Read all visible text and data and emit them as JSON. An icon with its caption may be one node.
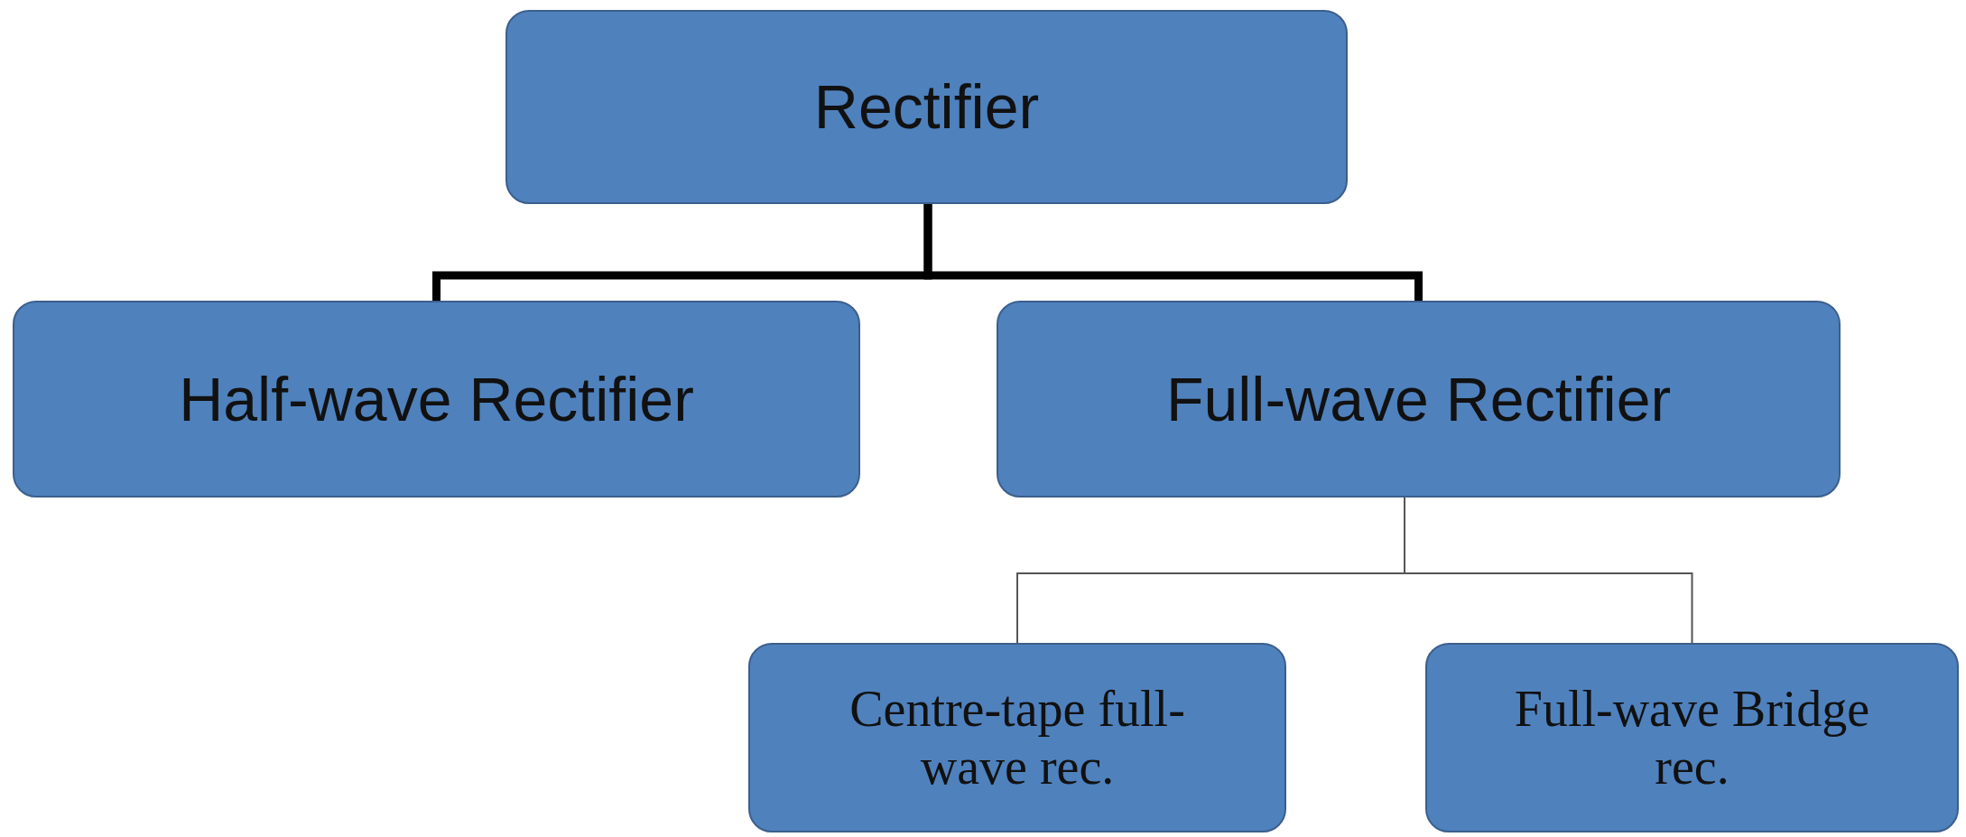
{
  "diagram": {
    "nodes": [
      {
        "text": [
          "Rectifier"
        ]
      },
      {
        "text": [
          "Half-wave Rectifier"
        ]
      },
      {
        "text": [
          "Full-wave Rectifier"
        ]
      },
      {
        "text": [
          "Centre-tape full-wave rec."
        ]
      },
      {
        "text": [
          "Full-wave Bridge rec."
        ]
      }
    ],
    "edges": [
      {
        "from": 0,
        "to": 1,
        "arrow": "none",
        "style": "thick"
      },
      {
        "from": 0,
        "to": 2,
        "arrow": "none",
        "style": "thick"
      },
      {
        "from": 2,
        "to": 3,
        "arrow": "none"
      },
      {
        "from": 2,
        "to": 4,
        "arrow": "none"
      }
    ]
  }
}
